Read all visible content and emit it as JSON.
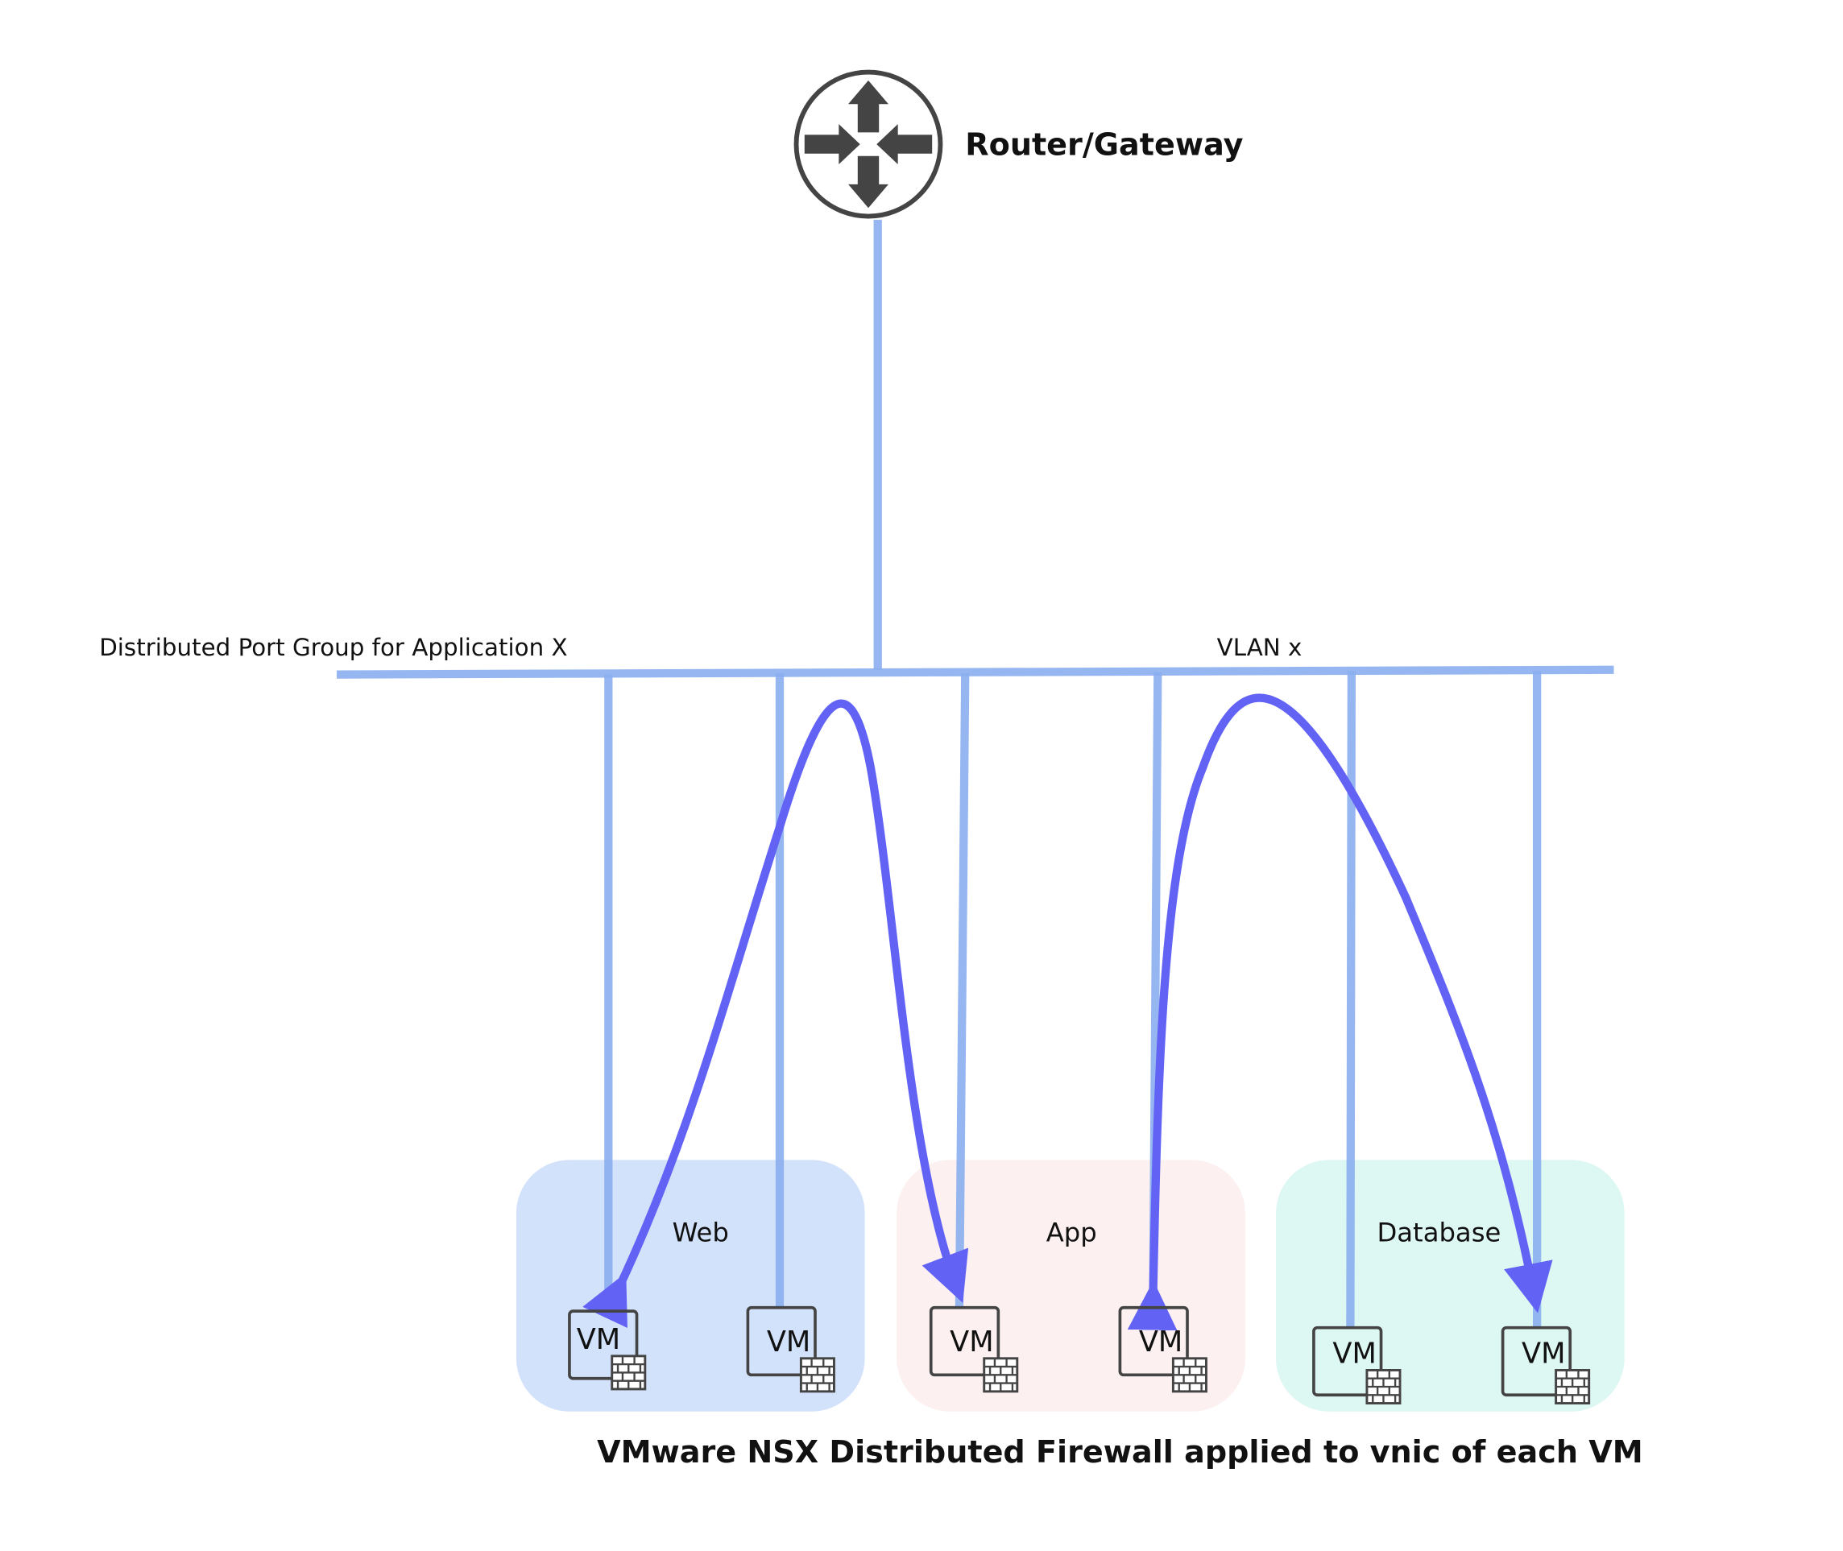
{
  "router": {
    "label": "Router/Gateway"
  },
  "network": {
    "port_group_label": "Distributed Port Group for Application X",
    "vlan_label": "VLAN x"
  },
  "groups": [
    {
      "label": "Web",
      "color": "#d3e2fb",
      "vms": [
        "VM",
        "VM"
      ]
    },
    {
      "label": "App",
      "color": "#fcf0f0",
      "vms": [
        "VM",
        "VM"
      ]
    },
    {
      "label": "Database",
      "color": "#ddf7f3",
      "vms": [
        "VM",
        "VM"
      ]
    }
  ],
  "caption": "VMware NSX Distributed Firewall applied to vnic of each VM",
  "colors": {
    "wire": "#8aaeee",
    "flow": "#6262f5",
    "icon": "#444444"
  }
}
